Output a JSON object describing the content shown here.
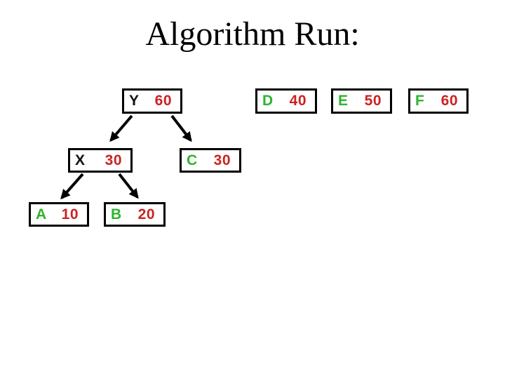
{
  "slide": {
    "title": "Algorithm Run:"
  },
  "colors": {
    "background": "#ffffff",
    "title_text": "#000000",
    "box_border": "#000000",
    "internal_node_label": "#111111",
    "leaf_node_label": "#2db52d",
    "value_text": "#cc2222",
    "arrow": "#000000"
  },
  "tree": {
    "nodes": {
      "y": {
        "label": "Y",
        "value": "60"
      },
      "x": {
        "label": "X",
        "value": "30"
      },
      "c": {
        "label": "C",
        "value": "30"
      },
      "a": {
        "label": "A",
        "value": "10"
      },
      "b": {
        "label": "B",
        "value": "20"
      },
      "d": {
        "label": "D",
        "value": "40"
      },
      "e": {
        "label": "E",
        "value": "50"
      },
      "f": {
        "label": "F",
        "value": "60"
      }
    },
    "edges": [
      {
        "from": "Y",
        "to": "X"
      },
      {
        "from": "Y",
        "to": "C"
      },
      {
        "from": "X",
        "to": "A"
      },
      {
        "from": "X",
        "to": "B"
      }
    ]
  }
}
